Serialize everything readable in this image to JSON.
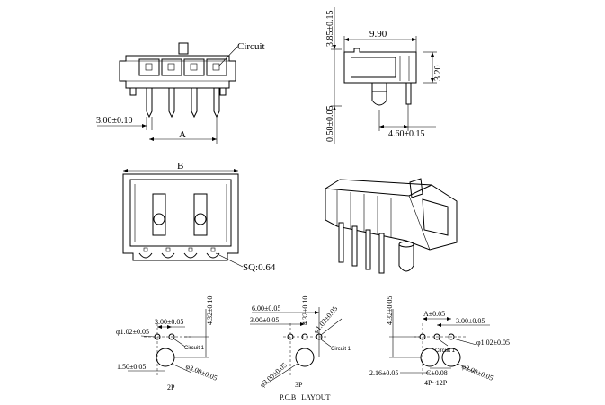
{
  "front_view": {
    "circuit_label": "Circuit",
    "pitch_dim": "3.00±0.10",
    "width_dim": "A"
  },
  "side_view": {
    "height_top_dim": "3.85±0.15",
    "depth_dim": "9.90",
    "pin_height_dim": "3.20",
    "bottom_dim": "0.50±0.05",
    "pin_offset_dim": "4.60±0.15"
  },
  "bottom_view": {
    "width_dim": "B",
    "pin_square_dim": "SQ:0.64"
  },
  "pcb_layout": {
    "title": "P.C.B   LAYOUT",
    "layout_2p": {
      "caption": "2P",
      "hole_dia": "φ1.02±0.05",
      "pitch": "3.00±0.05",
      "height": "4.32±0.10",
      "circuit": "Circuit 1",
      "offset": "1.50±0.05",
      "peg_dia": "φ3.00±0.05"
    },
    "layout_3p": {
      "caption": "3P",
      "span": "6.00±0.05",
      "pitch": "3.00±0.05",
      "height": "4.32±0.10",
      "hole_dia": "φ1.02±0.05",
      "circuit": "Circuit 1",
      "peg_dia": "φ3.00±0.05"
    },
    "layout_4p": {
      "caption": "4P~12P",
      "height": "4.32±0.05",
      "span": "A±0.05",
      "pitch": "3.00±0.05",
      "hole_dia": "φ1.02±0.05",
      "circuit": "Circuit 1",
      "offset": "2.16±0.05",
      "center": "C±0.08",
      "peg_dia": "φ3.00±0.05"
    }
  }
}
